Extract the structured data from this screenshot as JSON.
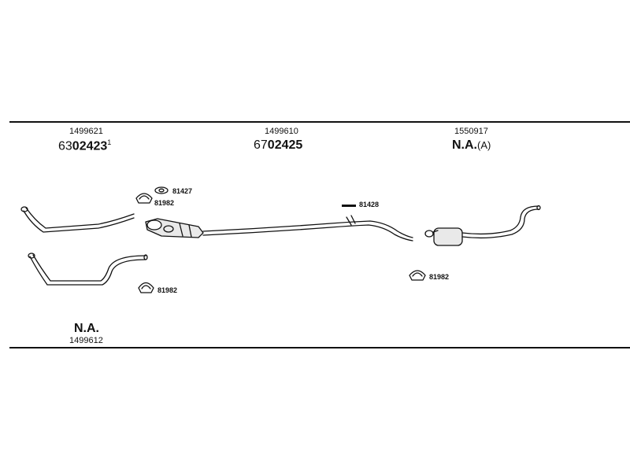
{
  "columns": [
    {
      "id": "left",
      "part_no": "1499621",
      "code_prefix": "63",
      "code_main": "02423",
      "code_suffix": "1"
    },
    {
      "id": "middle",
      "part_no": "1499610",
      "code_prefix": "67",
      "code_main": "02425",
      "code_suffix": ""
    },
    {
      "id": "right",
      "part_no": "1550917",
      "code_prefix": "",
      "code_main": "N.A.",
      "code_suffix": "(A)"
    }
  ],
  "bottom": {
    "code": "N.A.",
    "part_no": "1499612"
  },
  "callouts": {
    "gasket_81427": "81427",
    "clamp_81982_top": "81982",
    "clamp_81982_left": "81982",
    "clamp_81982_right": "81982",
    "strap_81428": "81428"
  }
}
